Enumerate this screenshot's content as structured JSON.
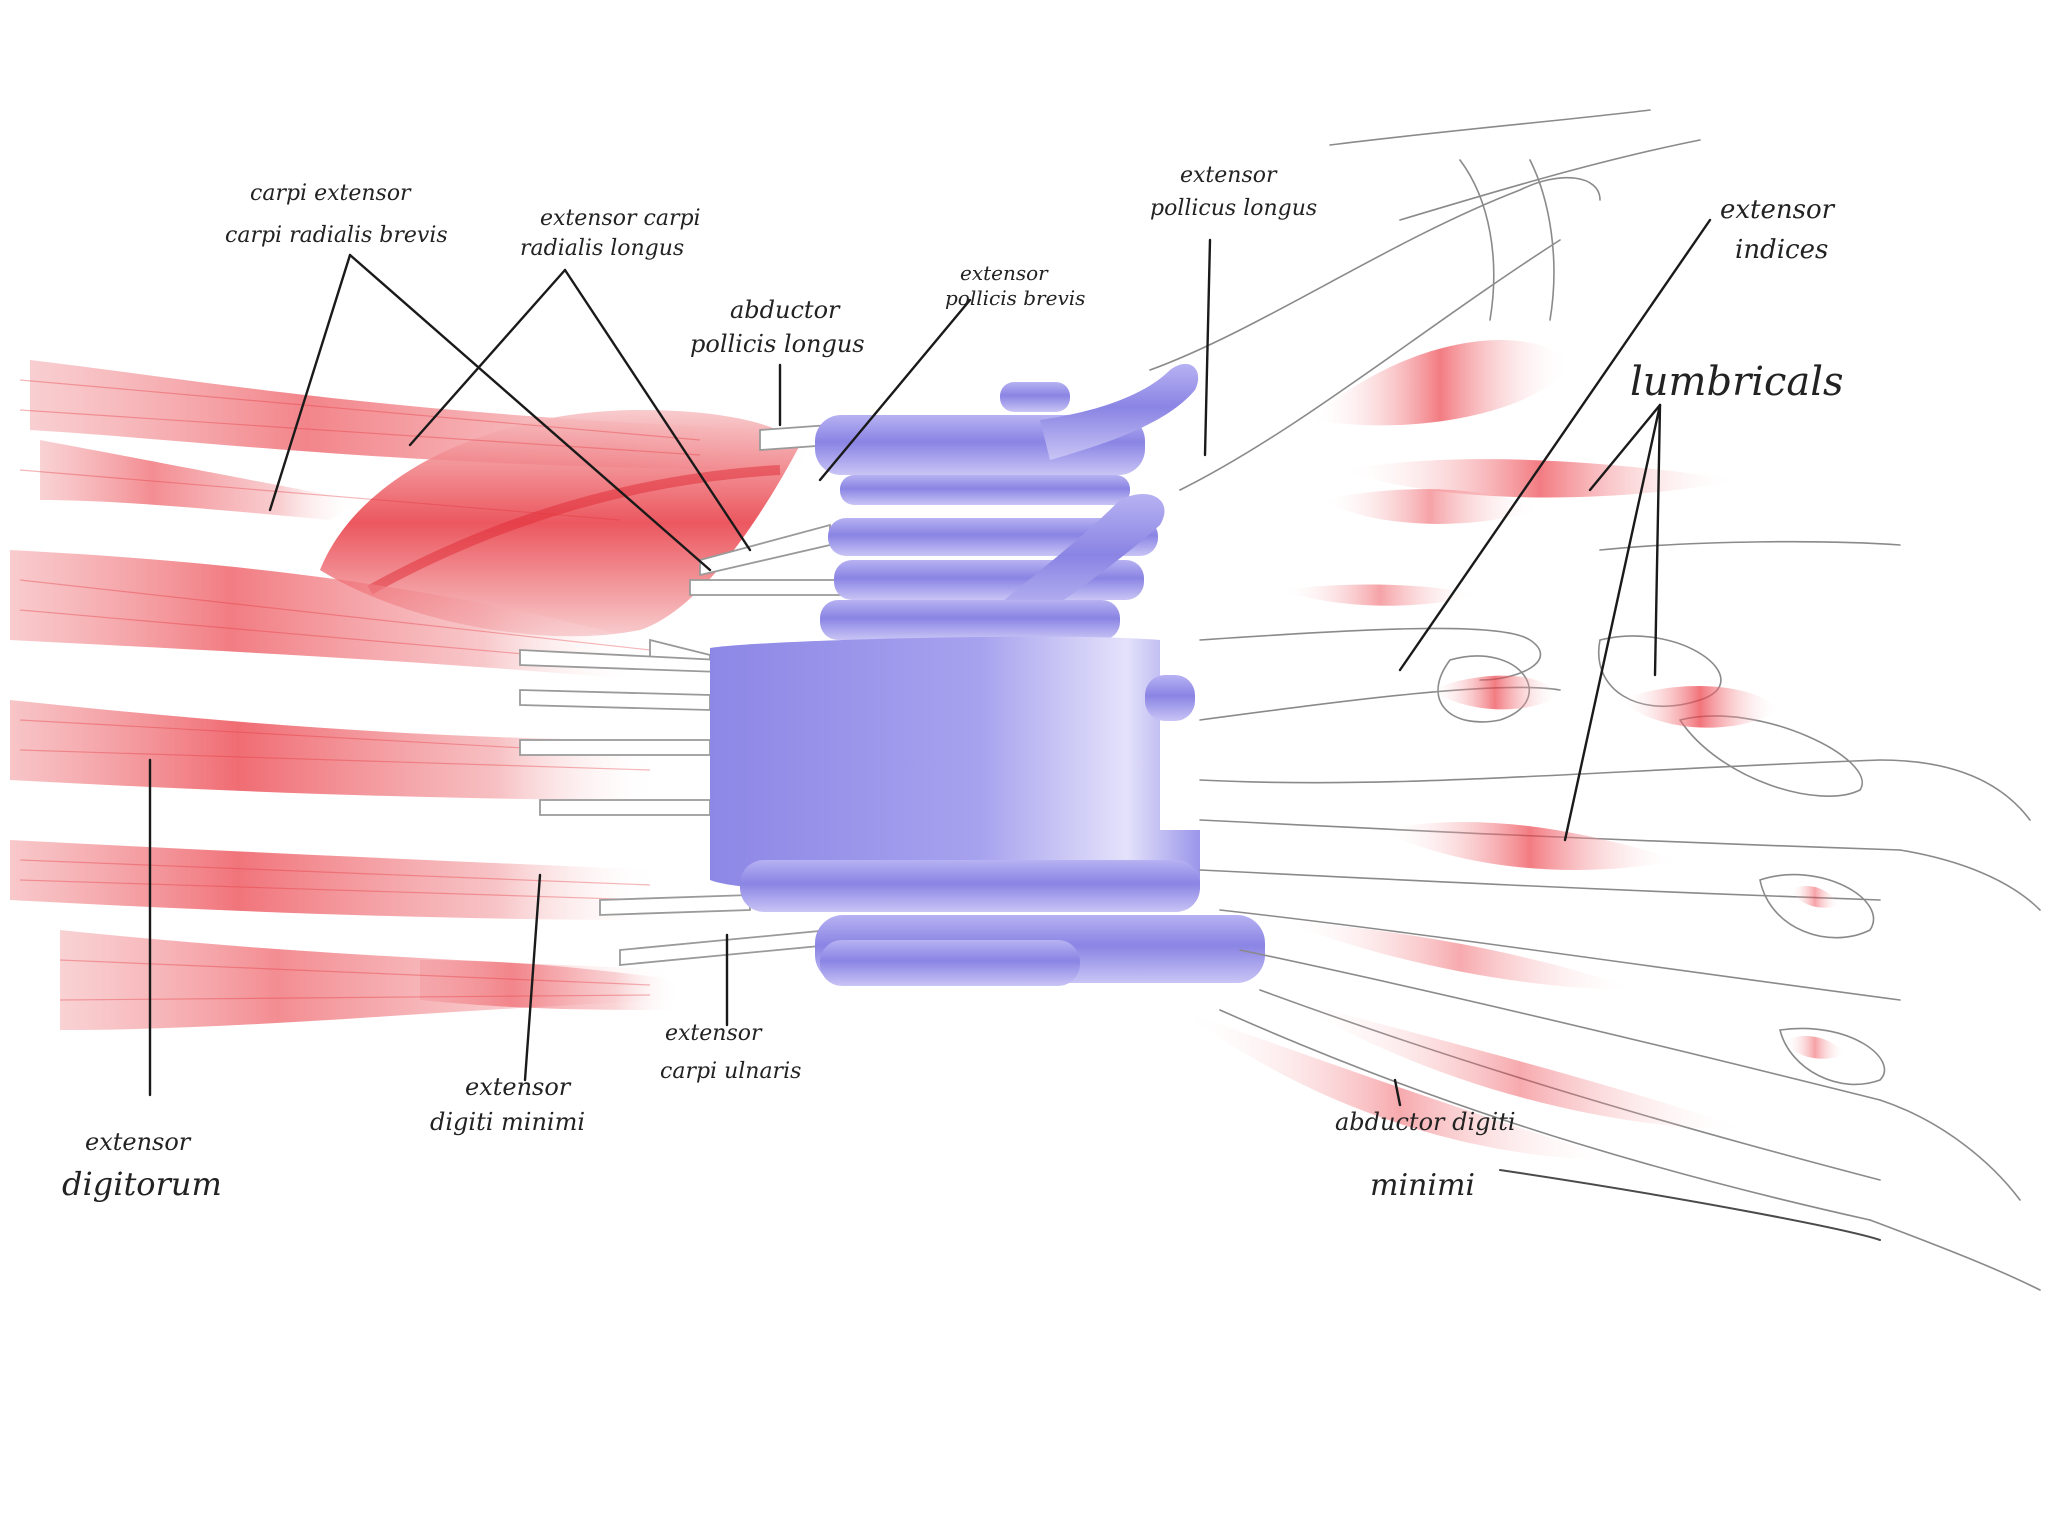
{
  "colors": {
    "muscle": "#e8202a",
    "muscle_light": "#f6b3b6",
    "retinaculum": "#8c86e6",
    "retinaculum_light": "#d7d4f7",
    "pencil": "#7d7d7d",
    "ink": "#1a1a1a"
  },
  "labels": {
    "ecrb": {
      "line1": "carpi extensor",
      "line2": "carpi radialis brevis"
    },
    "ecrl": {
      "line1": "extensor carpi",
      "line2": "radialis longus"
    },
    "apl": {
      "line1": "abductor",
      "line2": "pollicis longus"
    },
    "epb": {
      "line1": "extensor",
      "line2": "pollicis brevis"
    },
    "epl": {
      "line1": "extensor",
      "line2": "pollicus longus"
    },
    "ei": {
      "line1": "extensor",
      "line2": "indices"
    },
    "lumbricals": {
      "line1": "lumbricals"
    },
    "ed": {
      "line1": "extensor",
      "line2": "digitorum"
    },
    "edm": {
      "line1": "extensor",
      "line2": "digiti minimi"
    },
    "ecu": {
      "line1": "extensor",
      "line2": "carpi ulnaris"
    },
    "adm": {
      "line1": "abductor digiti",
      "line2": "minimi"
    }
  }
}
